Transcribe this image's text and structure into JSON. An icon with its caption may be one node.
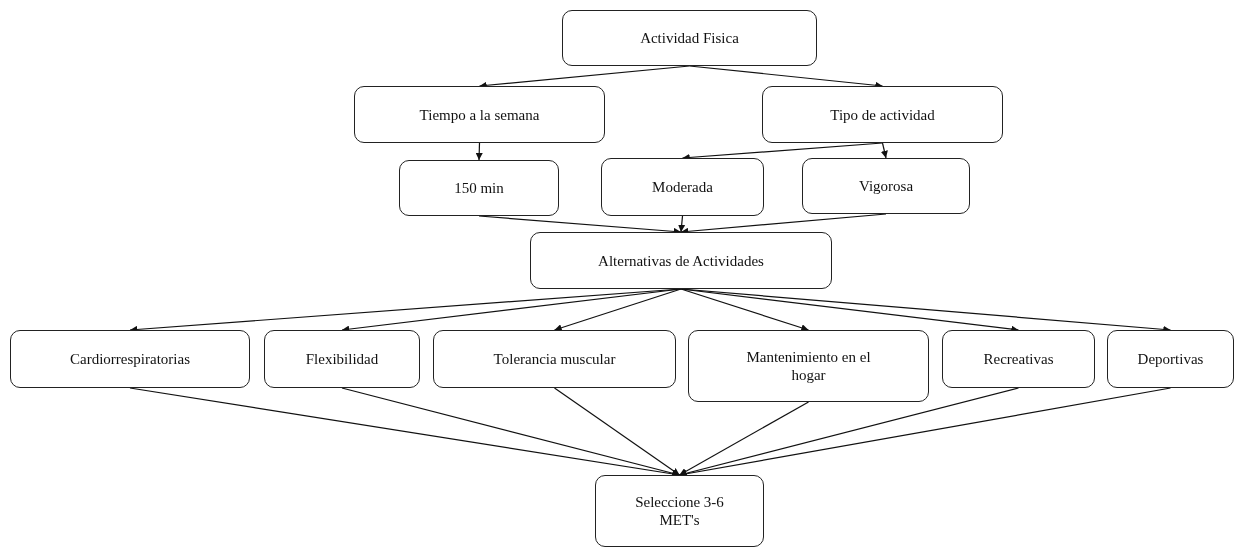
{
  "diagram": {
    "nodes": [
      {
        "text": [
          "Actividad Fisica"
        ]
      },
      {
        "text": [
          "Tiempo a la semana"
        ]
      },
      {
        "text": [
          "Tipo de actividad"
        ]
      },
      {
        "text": [
          "150 min"
        ]
      },
      {
        "text": [
          "Moderada"
        ]
      },
      {
        "text": [
          "Vigorosa"
        ]
      },
      {
        "text": [
          "Alternativas de Actividades"
        ]
      },
      {
        "text": [
          "Cardiorrespiratorias"
        ]
      },
      {
        "text": [
          "Flexibilidad"
        ]
      },
      {
        "text": [
          "Tolerancia muscular"
        ]
      },
      {
        "text": [
          "Mantenimiento en el hogar"
        ]
      },
      {
        "text": [
          "Recreativas"
        ]
      },
      {
        "text": [
          "Deportivas"
        ]
      },
      {
        "text": [
          "Seleccione 3-6 MET's"
        ]
      }
    ],
    "edges": [
      {
        "from": 0,
        "to": 1,
        "arrow": "to"
      },
      {
        "from": 0,
        "to": 2,
        "arrow": "to"
      },
      {
        "from": 1,
        "to": 3,
        "arrow": "to"
      },
      {
        "from": 2,
        "to": 4,
        "arrow": "to"
      },
      {
        "from": 2,
        "to": 5,
        "arrow": "to"
      },
      {
        "from": 3,
        "to": 6,
        "arrow": "to"
      },
      {
        "from": 4,
        "to": 6,
        "arrow": "to"
      },
      {
        "from": 5,
        "to": 6,
        "arrow": "to"
      },
      {
        "from": 6,
        "to": 7,
        "arrow": "to"
      },
      {
        "from": 6,
        "to": 8,
        "arrow": "to"
      },
      {
        "from": 6,
        "to": 9,
        "arrow": "to"
      },
      {
        "from": 6,
        "to": 10,
        "arrow": "to"
      },
      {
        "from": 6,
        "to": 11,
        "arrow": "to"
      },
      {
        "from": 6,
        "to": 12,
        "arrow": "to"
      },
      {
        "from": 7,
        "to": 13,
        "arrow": "to"
      },
      {
        "from": 8,
        "to": 13,
        "arrow": "to"
      },
      {
        "from": 9,
        "to": 13,
        "arrow": "to"
      },
      {
        "from": 10,
        "to": 13,
        "arrow": "to"
      },
      {
        "from": 11,
        "to": 13,
        "arrow": "to"
      },
      {
        "from": 12,
        "to": 13,
        "arrow": "to"
      }
    ]
  }
}
